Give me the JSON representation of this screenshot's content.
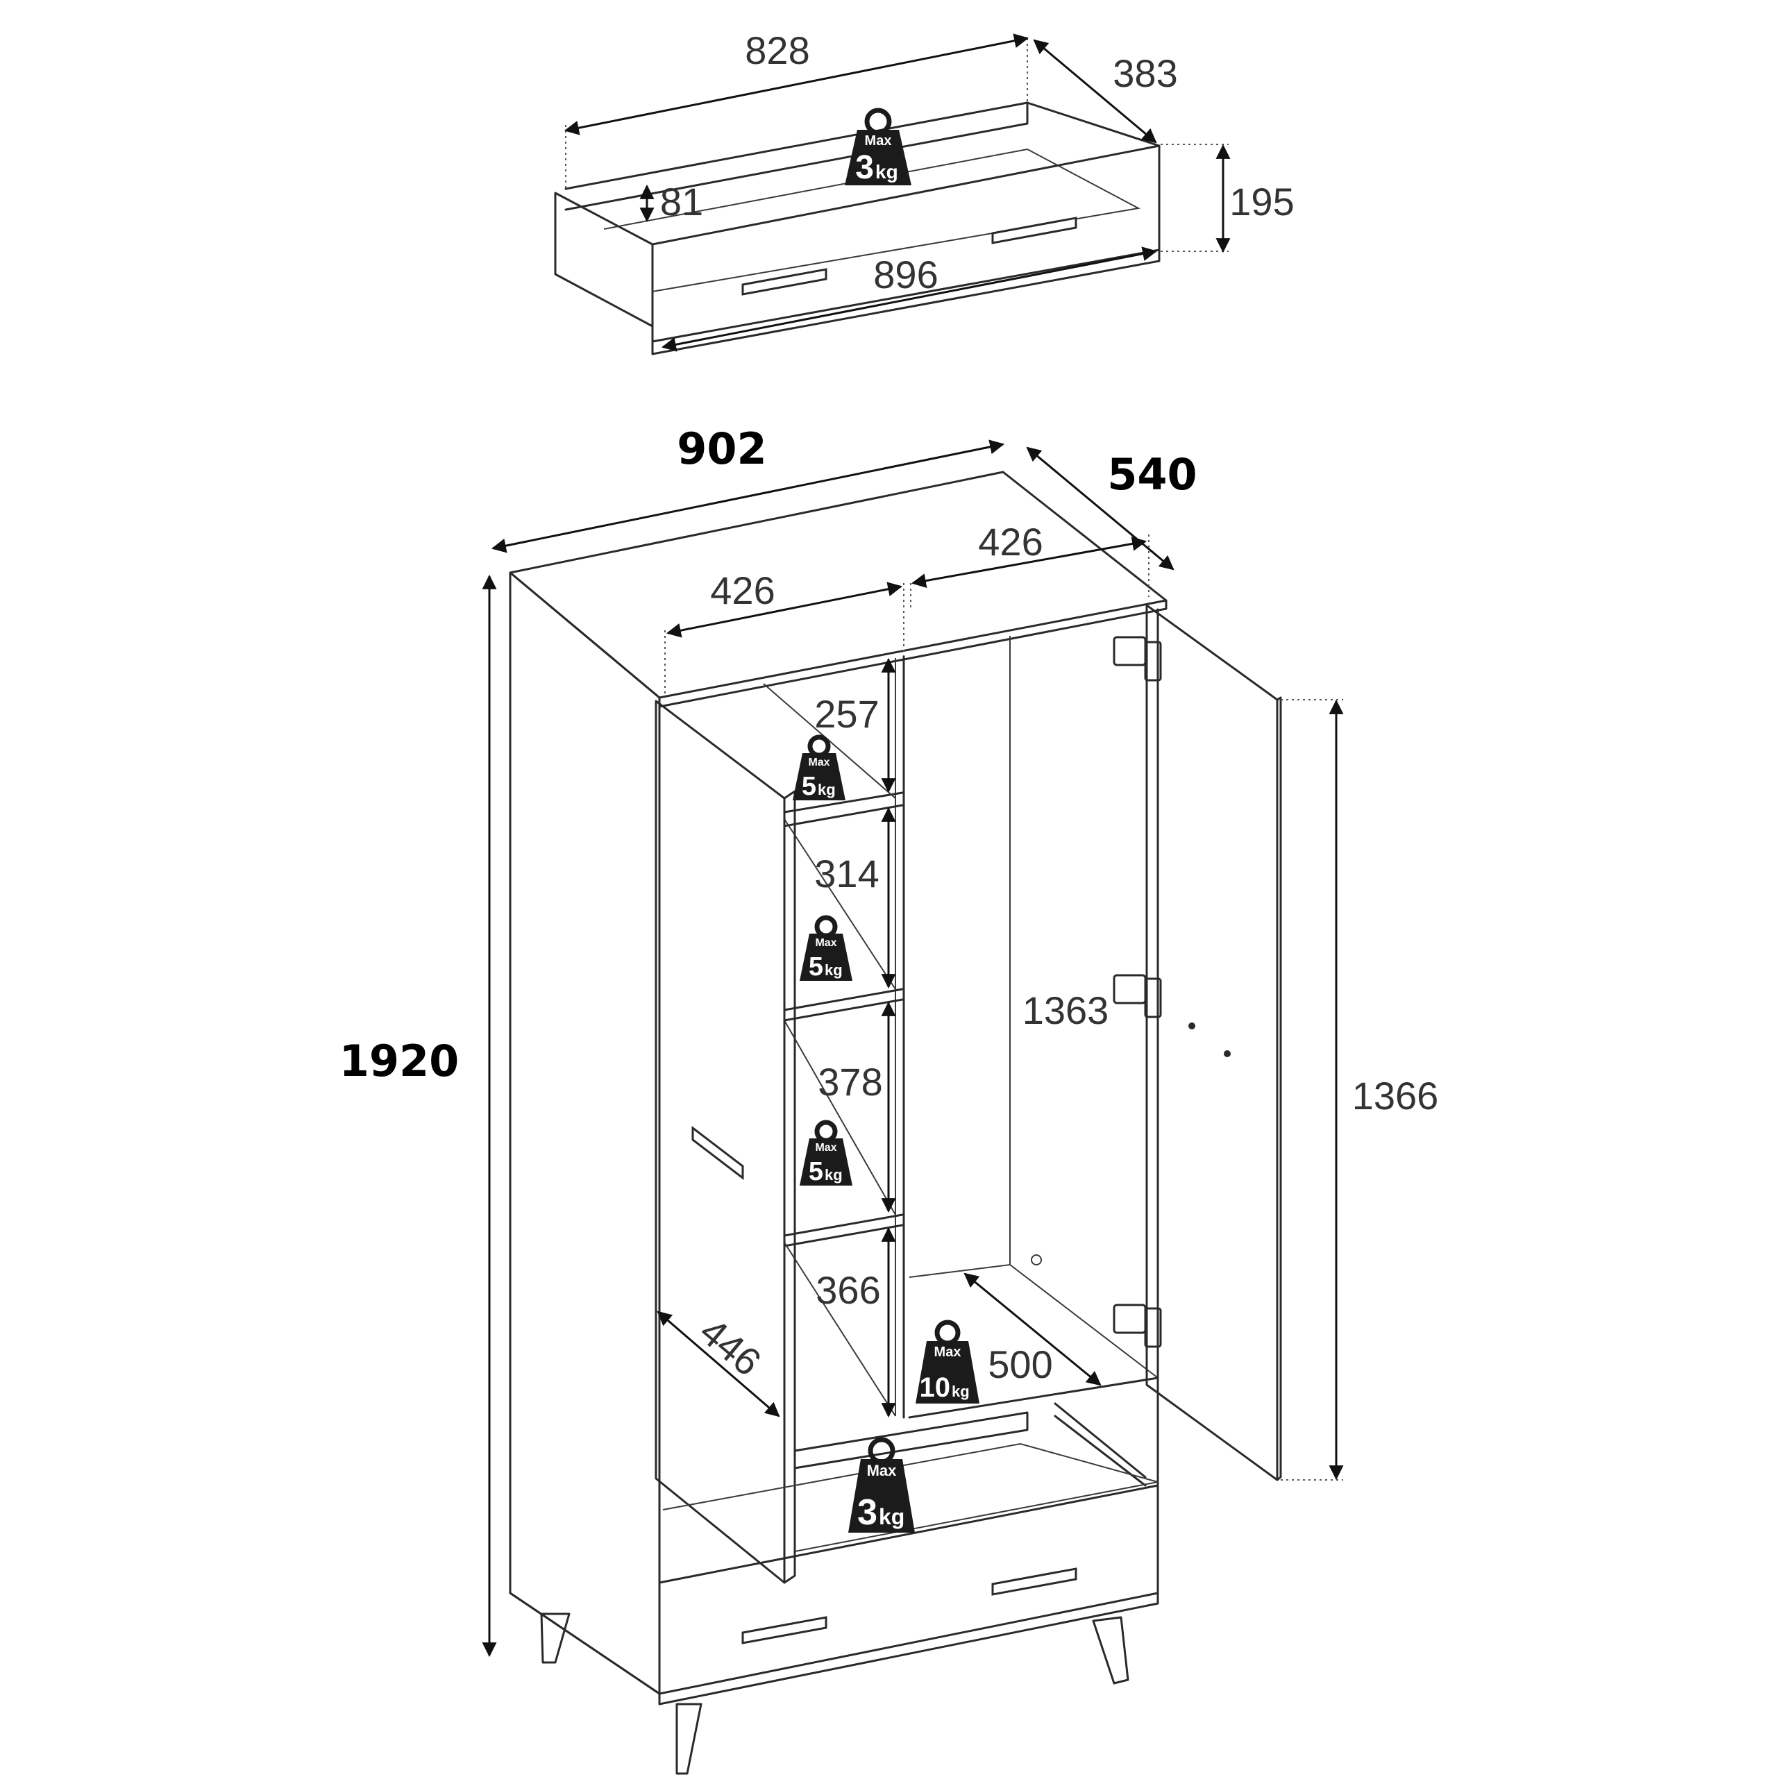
{
  "drawer_detail": {
    "width": "828",
    "depth": "383",
    "height": "195",
    "inner_height": "81",
    "front_width": "896",
    "load": {
      "max": "Max",
      "value": "3",
      "unit": "kg"
    }
  },
  "wardrobe": {
    "total_width": "902",
    "total_depth": "540",
    "total_height": "1920",
    "top_left_width": "426",
    "top_right_width": "426",
    "door_height": "1366",
    "hanging_height": "1363",
    "hanging_depth": "500",
    "shelf_depth": "446",
    "shelf_gaps": [
      "257",
      "314",
      "378",
      "366"
    ],
    "shelf_loads": [
      {
        "max": "Max",
        "value": "5",
        "unit": "kg"
      },
      {
        "max": "Max",
        "value": "5",
        "unit": "kg"
      },
      {
        "max": "Max",
        "value": "5",
        "unit": "kg"
      }
    ],
    "floor_load": {
      "max": "Max",
      "value": "10",
      "unit": "kg"
    },
    "drawer_load": {
      "max": "Max",
      "value": "3",
      "unit": "kg"
    }
  }
}
